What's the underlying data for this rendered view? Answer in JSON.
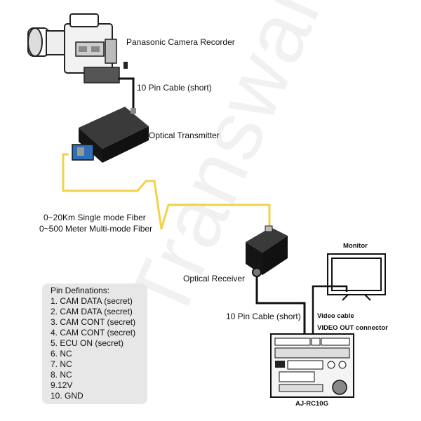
{
  "watermark": "Transwan",
  "labels": {
    "camera": "Panasonic Camera Recorder",
    "cable_top": "10 Pin Cable (short)",
    "transmitter": "Optical Transmitter",
    "fiber_single": "0~20Km Single mode Fiber",
    "fiber_multi": "0~500 Meter Multi-mode Fiber",
    "receiver": "Optical Receiver",
    "cable_bottom": "10 Pin Cable (short)",
    "monitor": "Monitor",
    "video_cable": "Video cable",
    "video_out": "VIDEO OUT connector",
    "controller": "AJ-RC10G"
  },
  "pins": {
    "title": "Pin Definations:",
    "items": [
      "1. CAM DATA (secret)",
      "2. CAM DATA (secret)",
      "3. CAM CONT (secret)",
      "4. CAM CONT (secret)",
      "5. ECU ON (secret)",
      "6. NC",
      "7. NC",
      "8. NC",
      "9.12V",
      "10. GND"
    ]
  },
  "colors": {
    "fiber": "#f2d24a",
    "cable": "#111111",
    "device": "#1b1b1b",
    "sfp": "#2f6fb5",
    "pin_box": "#e7e7e7"
  }
}
